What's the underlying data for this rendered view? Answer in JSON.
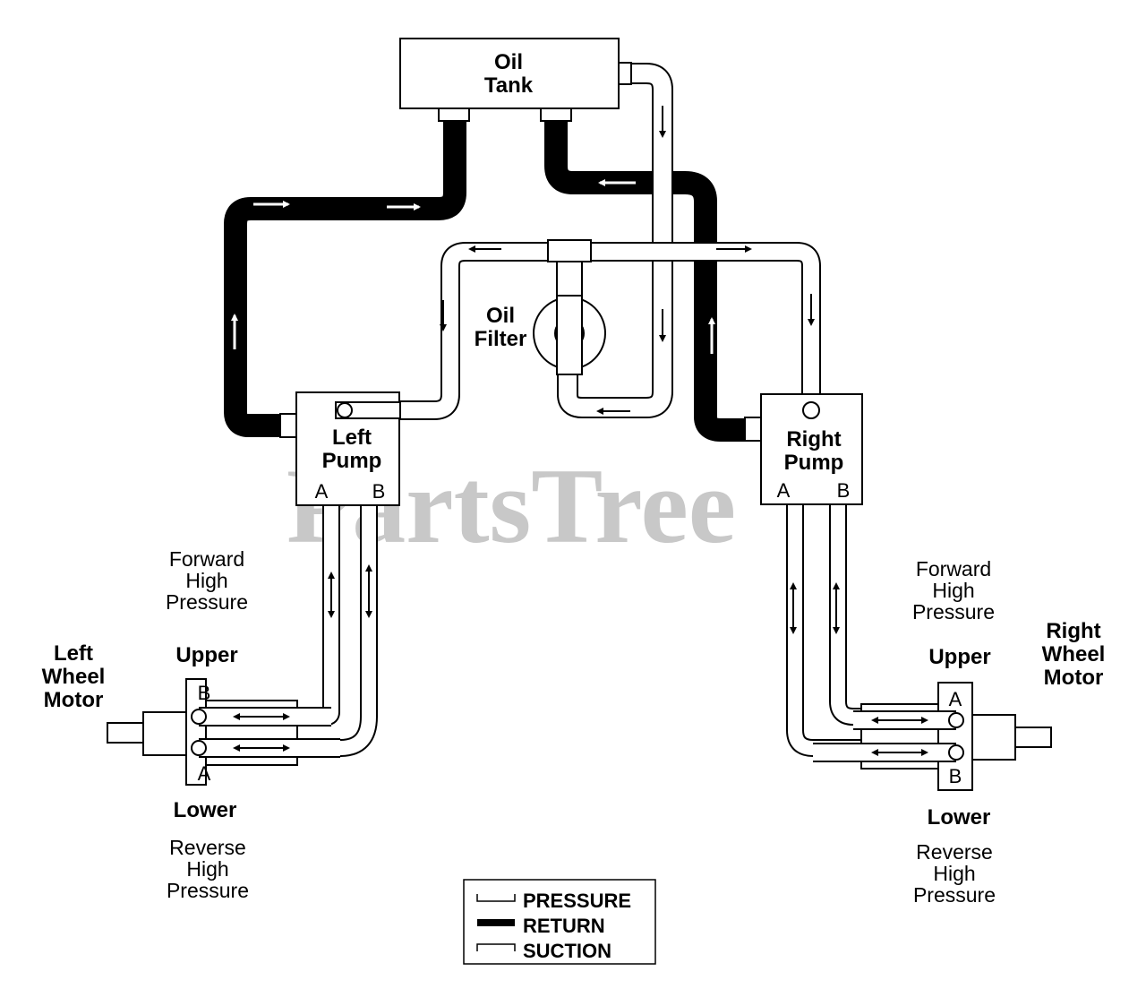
{
  "watermark": "PartsTree",
  "components": {
    "oil_tank": [
      "Oil",
      "Tank"
    ],
    "oil_filter": [
      "Oil",
      "Filter"
    ],
    "left_pump": {
      "title": [
        "Left",
        "Pump"
      ],
      "port_a": "A",
      "port_b": "B"
    },
    "right_pump": {
      "title": [
        "Right",
        "Pump"
      ],
      "port_a": "A",
      "port_b": "B"
    },
    "left_motor": {
      "title": [
        "Left",
        "Wheel",
        "Motor"
      ],
      "port_top": "B",
      "port_bottom": "A"
    },
    "right_motor": {
      "title": [
        "Right",
        "Wheel",
        "Motor"
      ],
      "port_top": "A",
      "port_bottom": "B"
    }
  },
  "labels": {
    "left_forward": [
      "Forward",
      "High",
      "Pressure"
    ],
    "left_upper": "Upper",
    "left_lower": "Lower",
    "left_reverse": [
      "Reverse",
      "High",
      "Pressure"
    ],
    "right_forward": [
      "Forward",
      "High",
      "Pressure"
    ],
    "right_upper": "Upper",
    "right_lower": "Lower",
    "right_reverse": [
      "Reverse",
      "High",
      "Pressure"
    ]
  },
  "legend": [
    {
      "label": "PRESSURE",
      "style": "outline"
    },
    {
      "label": "RETURN",
      "style": "solid"
    },
    {
      "label": "SUCTION",
      "style": "outline"
    }
  ],
  "colors": {
    "line": "#000000",
    "background": "#ffffff",
    "watermark": "#c8c8c8"
  }
}
